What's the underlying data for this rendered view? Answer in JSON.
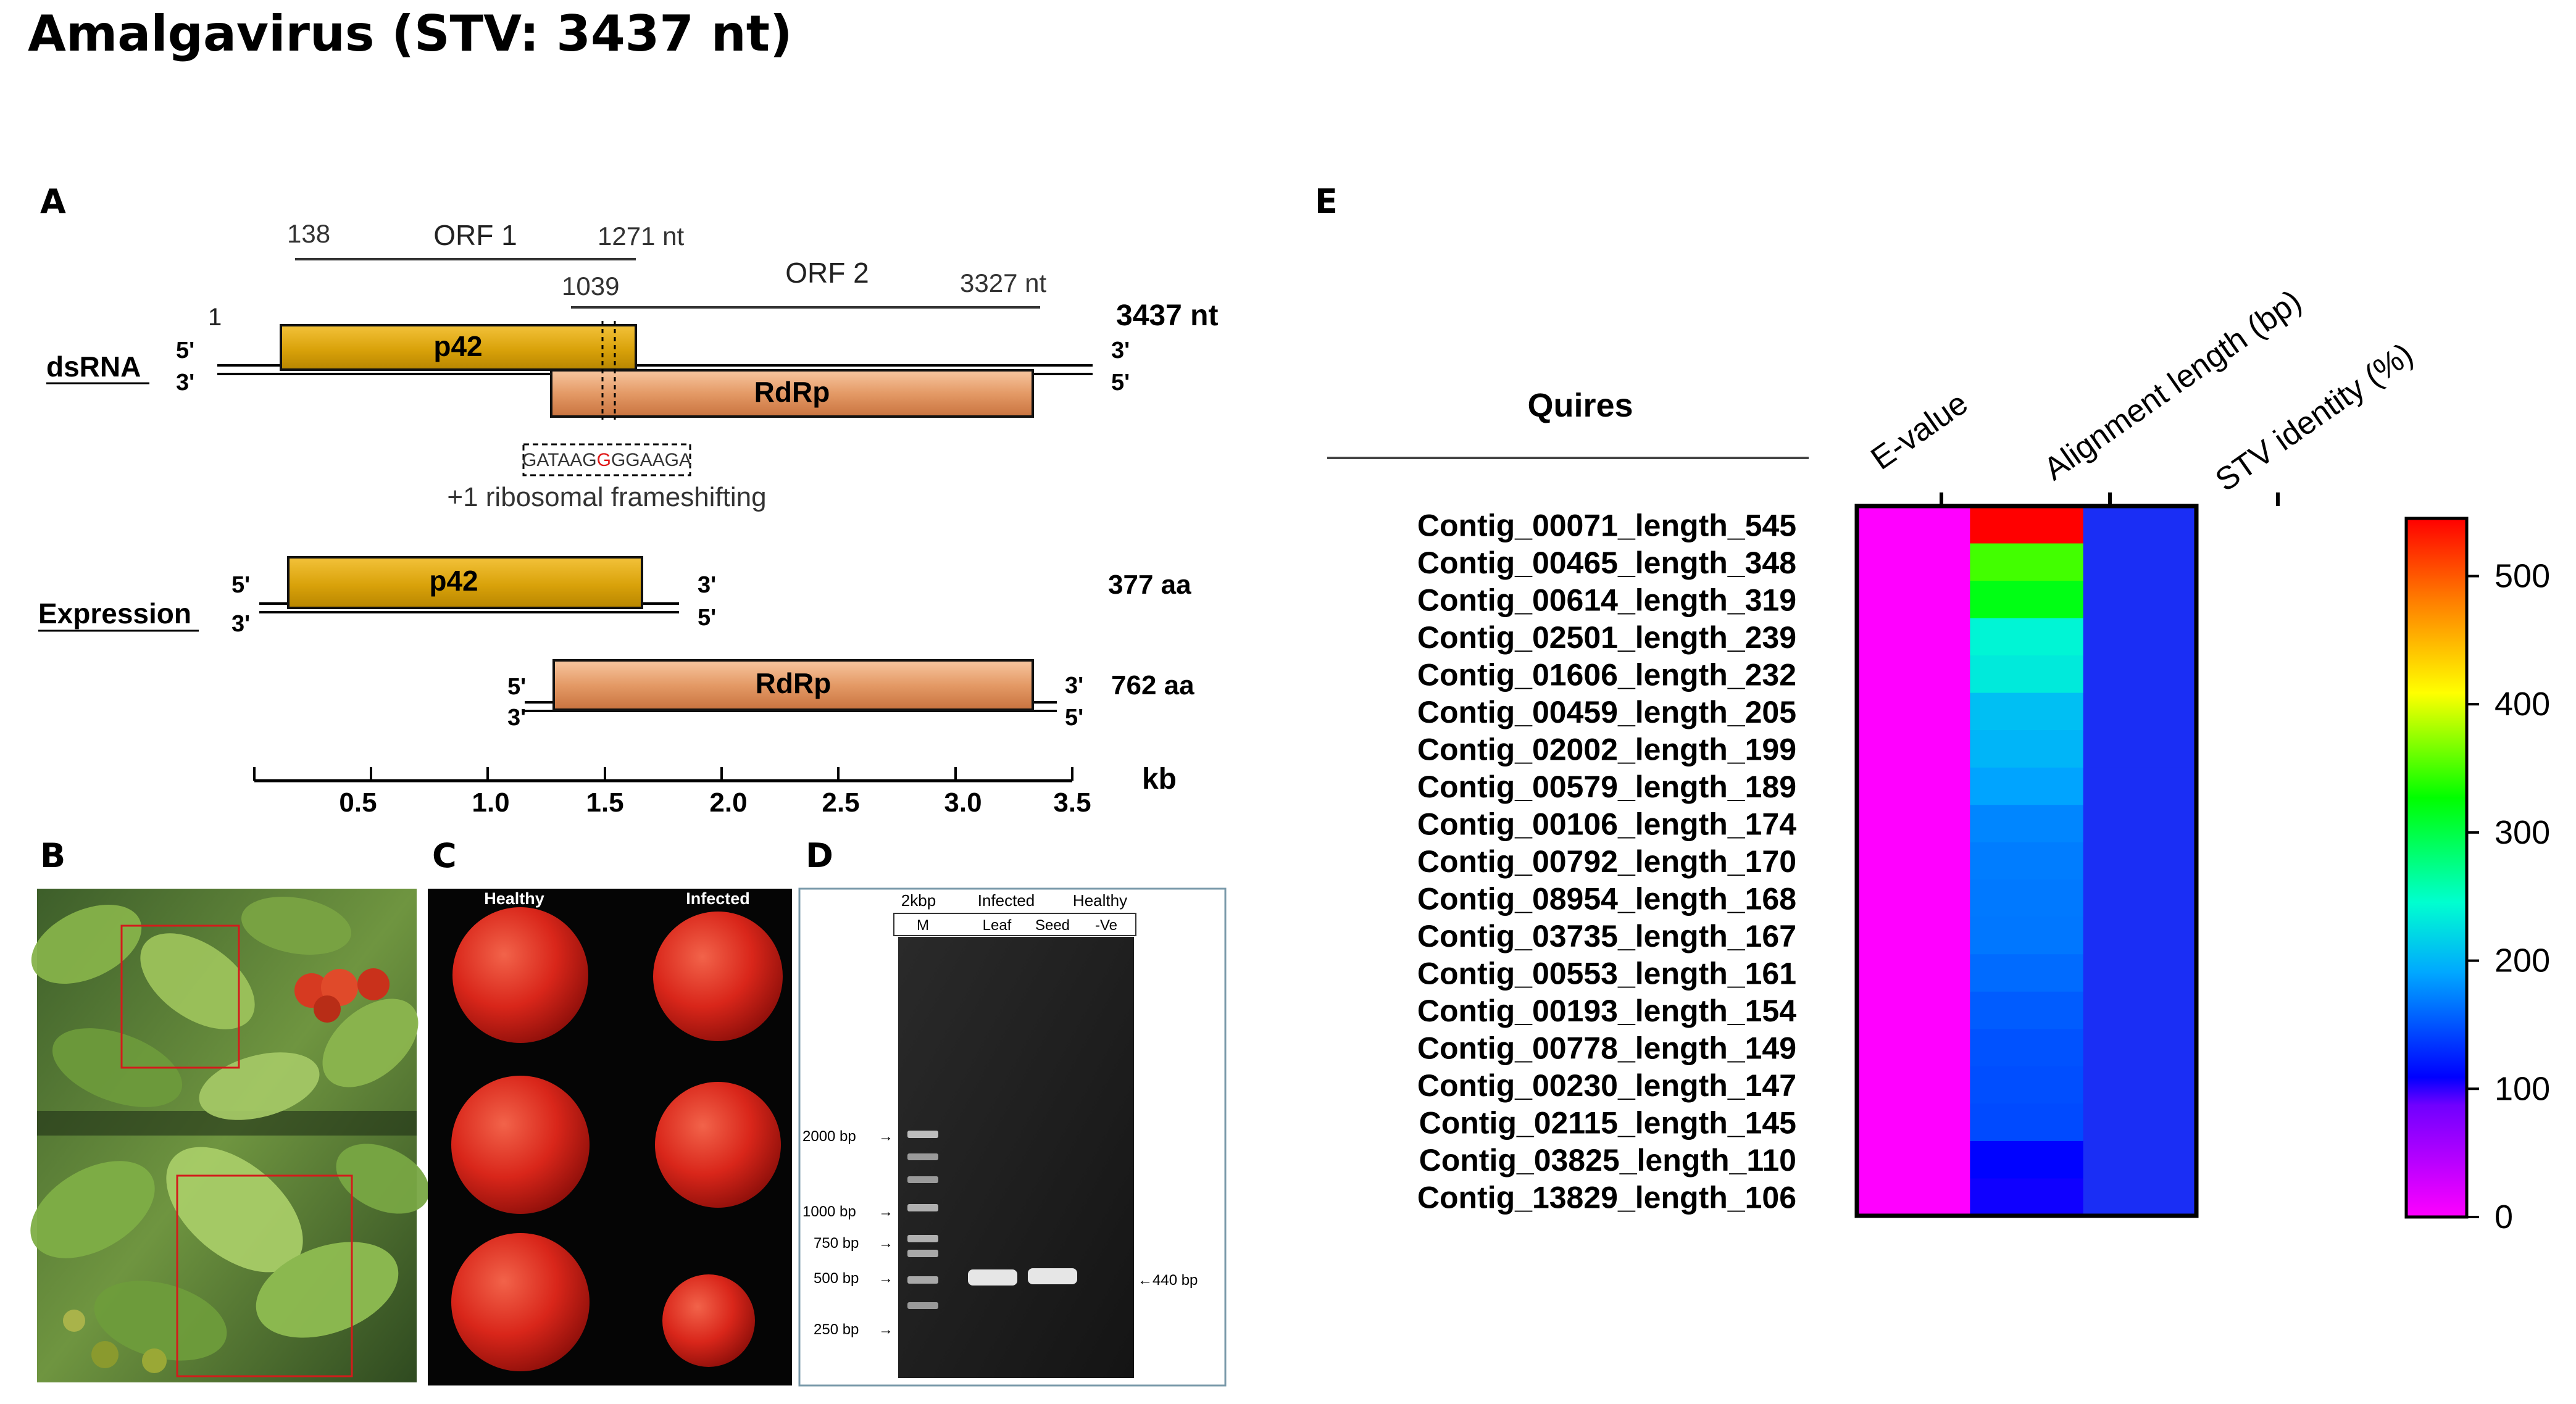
{
  "title": "Amalgavirus (STV: 3437 nt)",
  "panels": {
    "a": "A",
    "b": "B",
    "c": "C",
    "d": "D",
    "e": "E"
  },
  "genome": {
    "orf1": {
      "start": "138",
      "label": "ORF 1",
      "end": "1271 nt"
    },
    "orf2": {
      "start": "1039",
      "label": "ORF 2",
      "end": "3327 nt"
    },
    "pos1": "1",
    "length": "3437 nt",
    "dsrna_label": "dsRNA",
    "five_prime": "5'",
    "three_prime": "3'",
    "p42": "p42",
    "rdrp": "RdRp",
    "fs_seq_pre": "GATAAG",
    "fs_seq_mid": "G",
    "fs_seq_post": "GGAAGA",
    "fs_caption": "+1 ribosomal frameshifting",
    "expression_label": "Expression",
    "p42_aa": "377 aa",
    "rdrp_aa": "762 aa",
    "scale_ticks": [
      "0.5",
      "1.0",
      "1.5",
      "2.0",
      "2.5",
      "3.0",
      "3.5"
    ],
    "scale_unit": "kb"
  },
  "photo_c": {
    "healthy": "Healthy",
    "infected": "Infected"
  },
  "gel": {
    "ladder_title": "2kbp",
    "infected": "Infected",
    "healthy": "Healthy",
    "lanes": [
      "M",
      "Leaf",
      "Seed",
      "-Ve"
    ],
    "ladder": [
      "2000 bp",
      "1000 bp",
      "750 bp",
      "500 bp",
      "250 bp"
    ],
    "band": "440 bp"
  },
  "heatmap": {
    "rows_title": "Quires",
    "columns": [
      "E-value",
      "Alignment length (bp)",
      "STV identity (%)"
    ],
    "colorbar_ticks": [
      "500",
      "400",
      "300",
      "200",
      "100",
      "0"
    ],
    "colorbar_range": [
      0,
      545
    ],
    "colors": {
      "evalue": "#ff00ff",
      "identity": "#1a2ef5"
    },
    "rows": [
      {
        "label": "Contig_00071_length_545",
        "alignment_length": 545
      },
      {
        "label": "Contig_00465_length_348",
        "alignment_length": 348
      },
      {
        "label": "Contig_00614_length_319",
        "alignment_length": 319
      },
      {
        "label": "Contig_02501_length_239",
        "alignment_length": 239
      },
      {
        "label": "Contig_01606_length_232",
        "alignment_length": 232
      },
      {
        "label": "Contig_00459_length_205",
        "alignment_length": 205
      },
      {
        "label": "Contig_02002_length_199",
        "alignment_length": 199
      },
      {
        "label": "Contig_00579_length_189",
        "alignment_length": 189
      },
      {
        "label": "Contig_00106_length_174",
        "alignment_length": 174
      },
      {
        "label": "Contig_00792_length_170",
        "alignment_length": 170
      },
      {
        "label": "Contig_08954_length_168",
        "alignment_length": 168
      },
      {
        "label": "Contig_03735_length_167",
        "alignment_length": 167
      },
      {
        "label": "Contig_00553_length_161",
        "alignment_length": 161
      },
      {
        "label": "Contig_00193_length_154",
        "alignment_length": 154
      },
      {
        "label": "Contig_00778_length_149",
        "alignment_length": 149
      },
      {
        "label": "Contig_00230_length_147",
        "alignment_length": 147
      },
      {
        "label": "Contig_02115_length_145",
        "alignment_length": 145
      },
      {
        "label": "Contig_03825_length_110",
        "alignment_length": 110
      },
      {
        "label": "Contig_13829_length_106",
        "alignment_length": 106
      }
    ]
  }
}
